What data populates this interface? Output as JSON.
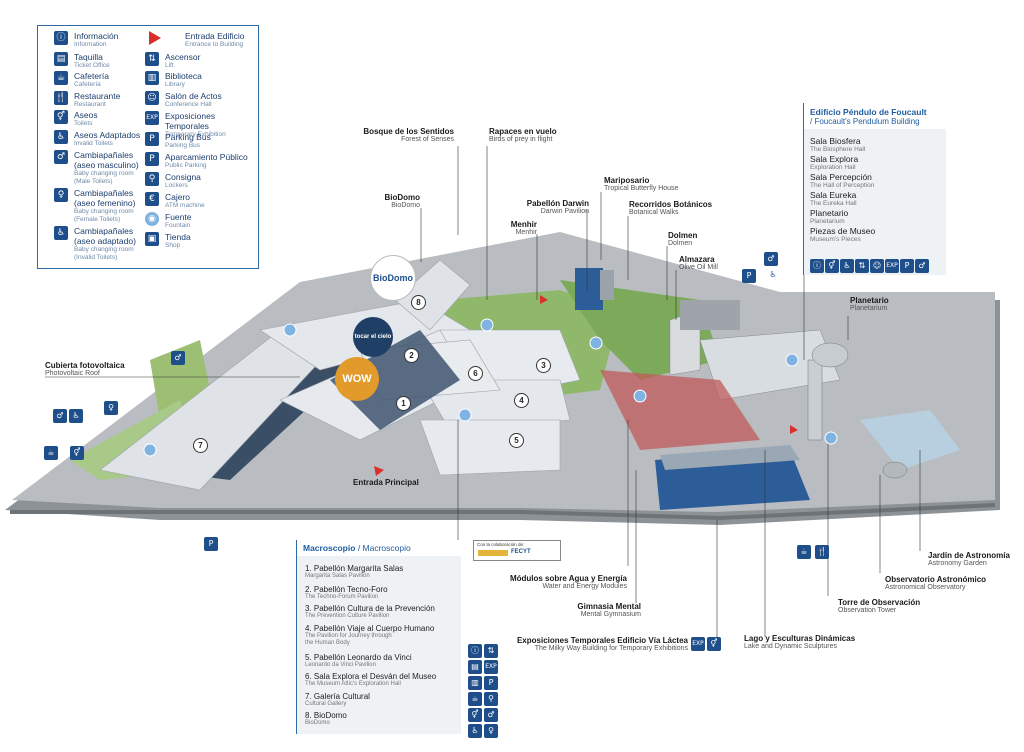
{
  "legend": {
    "items": [
      {
        "es": "Información",
        "en": "Information",
        "icon": "ⓘ"
      },
      {
        "es": "Taquilla",
        "en": "Ticket Office",
        "icon": "▤"
      },
      {
        "es": "Cafetería",
        "en": "Cafetería",
        "icon": "☕"
      },
      {
        "es": "Restaurante",
        "en": "Restaurant",
        "icon": "🍴"
      },
      {
        "es": "Aseos",
        "en": "Toilets",
        "icon": "⚥"
      },
      {
        "es": "Aseos Adaptados",
        "en": "Invalid Toilets",
        "icon": "♿"
      },
      {
        "es": "Cambiapañales",
        "es2": "(aseo masculino)",
        "en": "Baby changing room",
        "en2": "(Male Toilets)",
        "icon": "♂"
      },
      {
        "es": "Cambiapañales",
        "es2": "(aseo femenino)",
        "en": "Baby changing room",
        "en2": "(Female Toilets)",
        "icon": "♀"
      },
      {
        "es": "Cambiapañales",
        "es2": "(aseo adaptado)",
        "en": "Baby changing room",
        "en2": "(Invalid Toilets)",
        "icon": "♿"
      },
      {
        "es": "Entrada Edificio",
        "en": "Entrance to Building",
        "icon": "tri"
      },
      {
        "es": "Ascensor",
        "en": "Lift",
        "icon": "⇅"
      },
      {
        "es": "Biblioteca",
        "en": "Library",
        "icon": "▥"
      },
      {
        "es": "Salón de Actos",
        "en": "Conference Hall",
        "icon": "☺"
      },
      {
        "es": "Exposiciones Temporales",
        "en": "Temporary Exhibition",
        "icon": "EXP"
      },
      {
        "es": "Parking Bus",
        "en": "Parking Bus",
        "icon": "P"
      },
      {
        "es": "Aparcamiento Público",
        "en": "Public Parking",
        "icon": "P"
      },
      {
        "es": "Consigna",
        "en": "Lockers",
        "icon": "⚲"
      },
      {
        "es": "Cajero",
        "en": "ATM machine",
        "icon": "€"
      },
      {
        "es": "Fuente",
        "en": "Fountain",
        "icon": "◉"
      },
      {
        "es": "Tienda",
        "en": "Shop",
        "icon": "▣"
      }
    ]
  },
  "callouts": [
    {
      "es": "Bosque de los Sentidos",
      "en": "Forest of Senses"
    },
    {
      "es": "Rapaces en vuelo",
      "en": "Birds of prey in flight"
    },
    {
      "es": "Mariposario",
      "en": "Tropical Butterfly House"
    },
    {
      "es": "Pabellón Darwin",
      "en": "Darwin Pavilion"
    },
    {
      "es": "Recorridos Botánicos",
      "en": "Botanical Walks"
    },
    {
      "es": "BioDomo",
      "en": "BioDomo"
    },
    {
      "es": "Menhir",
      "en": "Menhir"
    },
    {
      "es": "Dolmen",
      "en": "Dolmen"
    },
    {
      "es": "Almazara",
      "en": "Olive Oil Mill"
    },
    {
      "es": "Planetario",
      "en": "Planetarium"
    },
    {
      "es": "Cubierta fotovoltaica",
      "en": "Photovoltaic Roof"
    },
    {
      "es": "Entrada Principal",
      "en": ""
    },
    {
      "es": "Módulos sobre Agua y Energía",
      "en": "Water and Energy Modules"
    },
    {
      "es": "Gimnasia Mental",
      "en": "Mental Gymnasium"
    },
    {
      "es": "Exposiciones Temporales Edificio Vía Láctea",
      "en": "The Milky Way Building for Temporary Exhibitions"
    },
    {
      "es": "Lago y Esculturas Dinámicas",
      "en": "Lake and Dynamic Sculptures"
    },
    {
      "es": "Torre de Observación",
      "en": "Observation Tower"
    },
    {
      "es": "Observatorio Astronómico",
      "en": "Astronomical Observatory"
    },
    {
      "es": "Jardín de Astronomía",
      "en": "Astronomy Garden"
    }
  ],
  "foucault": {
    "title_es": "Edificio Péndulo de Foucault",
    "title_en": "/ Foucault's Pendulum Building",
    "items": [
      {
        "es": "Sala Biosfera",
        "en": "The Biosphere Hall"
      },
      {
        "es": "Sala Explora",
        "en": "Exploration Hall"
      },
      {
        "es": "Sala Percepción",
        "en": "The Hall of Perception"
      },
      {
        "es": "Sala Eureka",
        "en": "The Eureka Hall"
      },
      {
        "es": "Planetario",
        "en": "Planetarium"
      },
      {
        "es": "Piezas de Museo",
        "en": "Museum's Pieces"
      }
    ]
  },
  "macroscopio": {
    "title": "Macroscopio",
    "title_sub": "/ Macroscopio",
    "items": [
      {
        "es": "1. Pabellón Margarita Salas",
        "en": "Margarita Salas Pavilion"
      },
      {
        "es": "2. Pabellón Tecno-Foro",
        "en": "The Techno-Forum Pavilion"
      },
      {
        "es": "3. Pabellón Cultura de la Prevención",
        "en": "The Prevention Culture Pavilion"
      },
      {
        "es": "4. Pabellón Viaje al Cuerpo Humano",
        "en": "The Pavilion for Journey through",
        "en2": "the Human Body"
      },
      {
        "es": "5. Pabellón Leonardo da Vinci",
        "en": "Leonardo da Vinci Pavilion"
      },
      {
        "es": "6. Sala Explora el Desván del Museo",
        "en": "The Museum Attic's Exploration Hall"
      },
      {
        "es": "7. Galería Cultural",
        "en": "Cultural Gallery"
      },
      {
        "es": "8. BioDomo",
        "en": "BioDomo"
      }
    ]
  },
  "map_signs": {
    "tocar_el_cielo": "tocar el cielo",
    "wow": "WOW",
    "biodomo_logo": "BioDomo",
    "fecyt_caption": "Con la colaboración de:",
    "fecyt": "FECYT"
  },
  "numbers": [
    "1",
    "2",
    "3",
    "4",
    "5",
    "6",
    "7",
    "8"
  ],
  "colors": {
    "accent": "#1f5ea0",
    "icon_bg": "#1f4f8a",
    "entrance": "#d9302b",
    "grass": "#8fb86a",
    "roof": "#e3e6ea",
    "ground": "#a9adb2"
  }
}
